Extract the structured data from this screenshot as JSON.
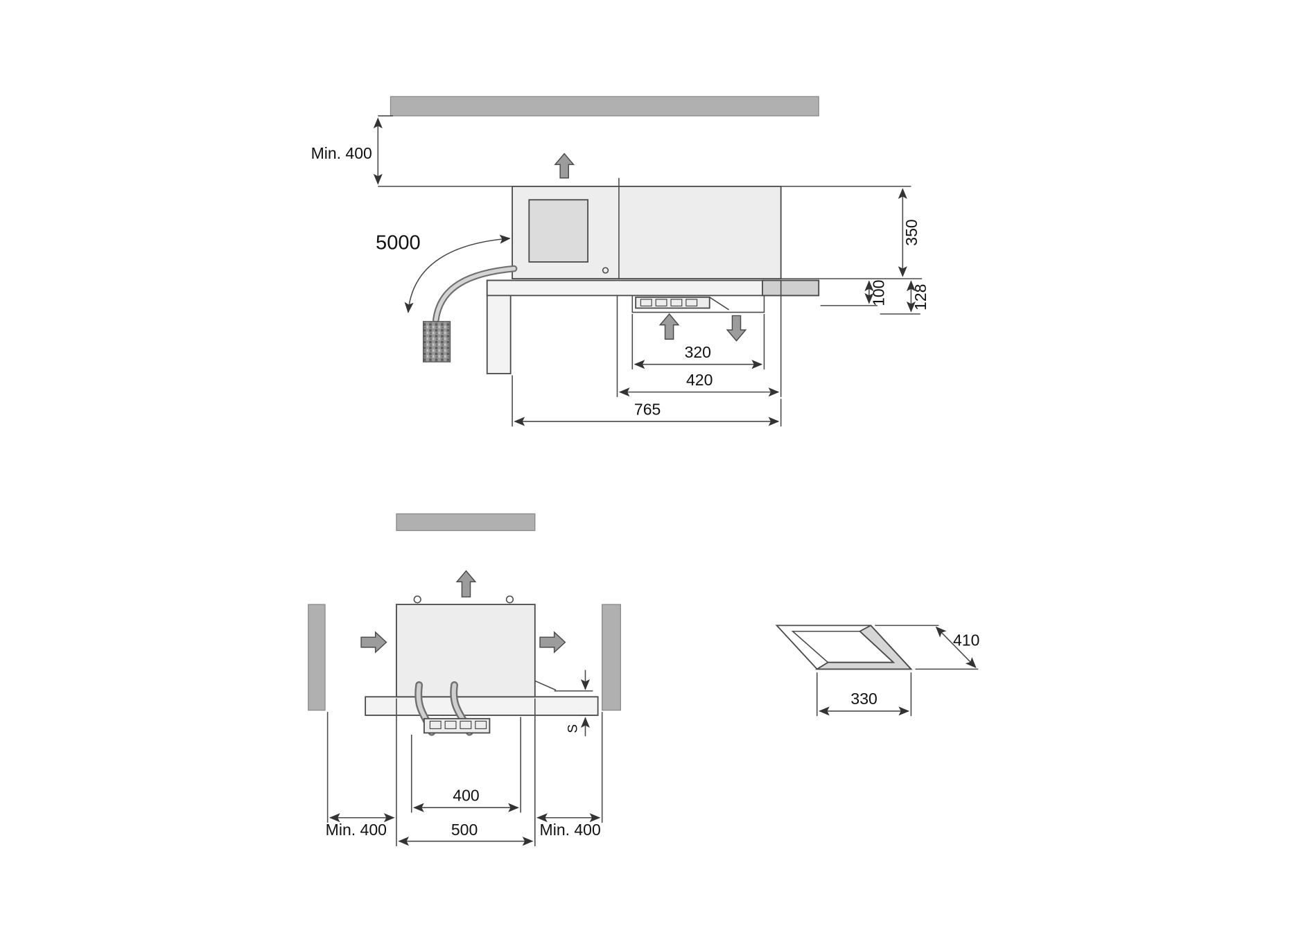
{
  "palette": {
    "bar": "#b0b0b0",
    "panel": "#ededed",
    "panel_inset": "#dcdcdc",
    "counter": "#f3f3f3",
    "counter_dark": "#cfcfcf",
    "cutout_wall": "#d6d6d6",
    "line": "#4a4a4a",
    "arrow_fill": "#9c9c9c",
    "text": "#111111"
  },
  "side_view": {
    "min_top": "Min. 400",
    "cable": "5000",
    "h350": "350",
    "d100": "100",
    "d128": "128",
    "w320": "320",
    "w420": "420",
    "w765": "765"
  },
  "front_view": {
    "w400": "400",
    "w500": "500",
    "min_left": "Min. 400",
    "min_right": "Min. 400",
    "s": "S"
  },
  "cutout": {
    "d410": "410",
    "w330": "330"
  }
}
